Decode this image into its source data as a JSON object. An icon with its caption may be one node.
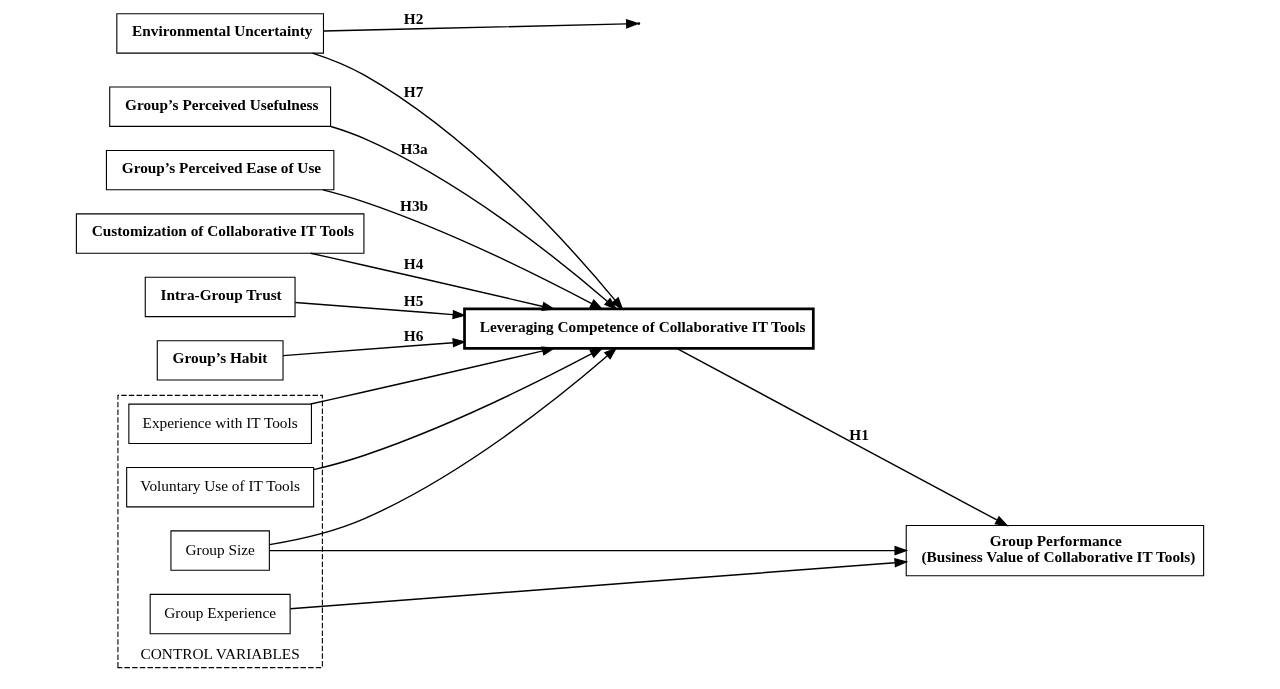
{
  "diagram": {
    "nodes": [
      {
        "text": [
          "Group’s Perceived Usefulness"
        ]
      },
      {
        "text": [
          "Environmental Uncertainty"
        ]
      },
      {
        "text": [
          "Group’s Perceived Ease of Use"
        ]
      },
      {
        "text": [
          "Customization of Collaborative IT Tools"
        ]
      },
      {
        "text": [
          "Leveraging Competence of Collaborative IT Tools"
        ]
      },
      {
        "text": [
          "Group Performance",
          "(Business Value of Collaborative IT Tools)"
        ]
      },
      {
        "text": [
          "Intra-Group Trust"
        ]
      },
      {
        "text": [
          "Group’s Habit"
        ]
      },
      {
        "text": [
          "CONTROL VARIABLES"
        ]
      },
      {
        "text": [
          "Experience with IT Tools"
        ],
        "in": 8
      },
      {
        "text": [
          "Voluntary Use of IT Tools"
        ],
        "in": 8
      },
      {
        "text": [
          "Group Size"
        ],
        "in": 8
      },
      {
        "text": [
          "Group Experience"
        ],
        "in": 8
      }
    ],
    "edges": [
      {
        "from": 0,
        "to": 4,
        "arrow": "to",
        "label": "H3a"
      },
      {
        "from": 2,
        "to": 4,
        "arrow": "to",
        "label": "H3b"
      },
      {
        "from": 3,
        "to": 4,
        "arrow": "to",
        "label": "H4"
      },
      {
        "from": 6,
        "to": 4,
        "arrow": "to",
        "label": "H5"
      },
      {
        "from": 7,
        "to": 4,
        "arrow": "to",
        "label": "H6"
      },
      {
        "from": 1,
        "to": 4,
        "arrow": "to",
        "label": "H7"
      },
      {
        "from": 1,
        "to": null,
        "arrow": "to",
        "label": "H2"
      },
      {
        "from": 4,
        "to": 5,
        "arrow": "to",
        "label": "H1"
      },
      {
        "from": 9,
        "to": 4,
        "arrow": "to"
      },
      {
        "from": 10,
        "to": 4,
        "arrow": "to"
      },
      {
        "from": 11,
        "to": 4,
        "arrow": "to"
      },
      {
        "from": 11,
        "to": 5,
        "arrow": "to"
      },
      {
        "from": 12,
        "to": 5,
        "arrow": "to"
      }
    ]
  }
}
